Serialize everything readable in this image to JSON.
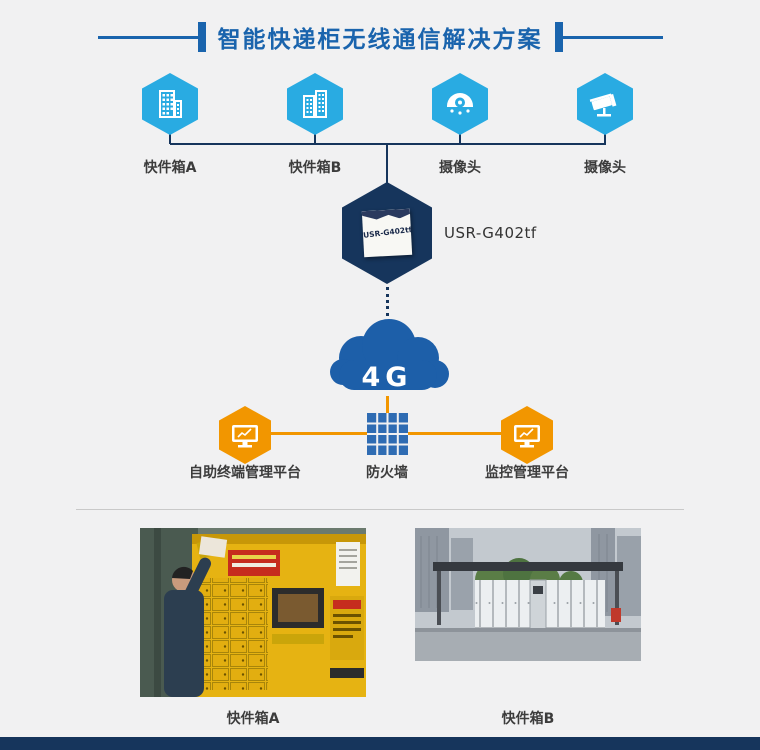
{
  "title": "智能快递柜无线通信解决方案",
  "devices": [
    {
      "label": "快件箱A",
      "icon": "building-icon"
    },
    {
      "label": "快件箱B",
      "icon": "buildings-icon"
    },
    {
      "label": "摄像头",
      "icon": "dome-camera-icon"
    },
    {
      "label": "摄像头",
      "icon": "bullet-camera-icon"
    }
  ],
  "gateway": {
    "label": "USR-G402tf",
    "chip_text": "USR-G402tf"
  },
  "cloud": {
    "label": "4G"
  },
  "platforms": [
    {
      "label": "自助终端管理平台",
      "icon": "monitor-icon"
    },
    {
      "label": "防火墙",
      "icon": "firewall-icon"
    },
    {
      "label": "监控管理平台",
      "icon": "monitor-icon"
    }
  ],
  "photos": [
    {
      "caption": "快件箱A"
    },
    {
      "caption": "快件箱B"
    }
  ],
  "colors": {
    "accent_cyan": "#29abe2",
    "navy": "#16355c",
    "cloud_blue": "#1d5fa9",
    "orange": "#f29600",
    "title_blue": "#1a64ad"
  }
}
